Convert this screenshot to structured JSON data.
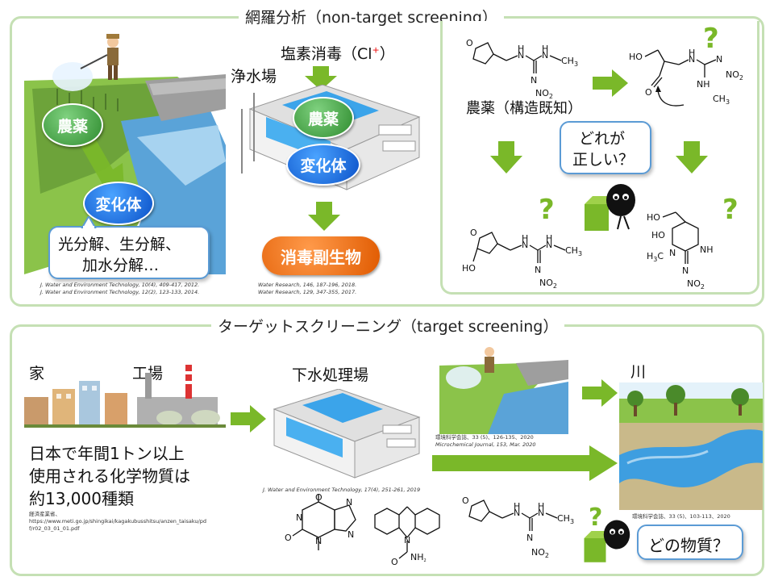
{
  "top_panel": {
    "title": "網羅分析（non-target screening）",
    "left": {
      "pesticide": "農薬",
      "transform": "変化体",
      "process_line1": "光分解、生分解、",
      "process_line2": "加水分解…",
      "cite1": "J. Water and Environment Technology, 10(4), 409-417, 2012.",
      "cite2": "J. Water and Environment Technology, 12(2), 123-133, 2014."
    },
    "middle": {
      "chlorination": "塩素消毒（Cl",
      "chlorination_sup": "+",
      "chlorination_close": "）",
      "plant": "浄水場",
      "pesticide": "農薬",
      "transform": "変化体",
      "byproduct": "消毒副生物",
      "cite1": "Water Research, 146, 187-196, 2018.",
      "cite2": "Water Research, 129, 347-355, 2017."
    },
    "right": {
      "known_label": "農薬（構造既知）",
      "question_line1": "どれが",
      "question_line2": "正しい？",
      "q_mark": "?"
    }
  },
  "bottom_panel": {
    "title": "ターゲットスクリーニング（target screening）",
    "home": "家",
    "factory": "工場",
    "stat_line1": "日本で年間1トン以上",
    "stat_line2": "使用される化学物質は",
    "stat_line3": "約13,000種類",
    "source_name": "経済産業省、",
    "source_url1": "https://www.meti.go.jp/shingikai/kagakubusshitsu/anzen_taisaku/pd",
    "source_url2": "f/r02_03_01_01.pdf",
    "sewage": "下水処理場",
    "sewage_cite": "J. Water and Environment Technology, 17(4), 251-261, 2019",
    "farm_cite1": "環境科学会誌、33 (5)、126-135、2020",
    "farm_cite2": "Microchemical Journal, 153, Mar. 2020",
    "river": "川",
    "river_cite": "環境科学会誌、33 (5)、103-113、2020",
    "question": "どの物質？",
    "q_mark": "?"
  },
  "colors": {
    "panel_border": "#c5e0b4",
    "arrow_green": "#7ab829",
    "bubble_blue": "#5b9bd5"
  }
}
